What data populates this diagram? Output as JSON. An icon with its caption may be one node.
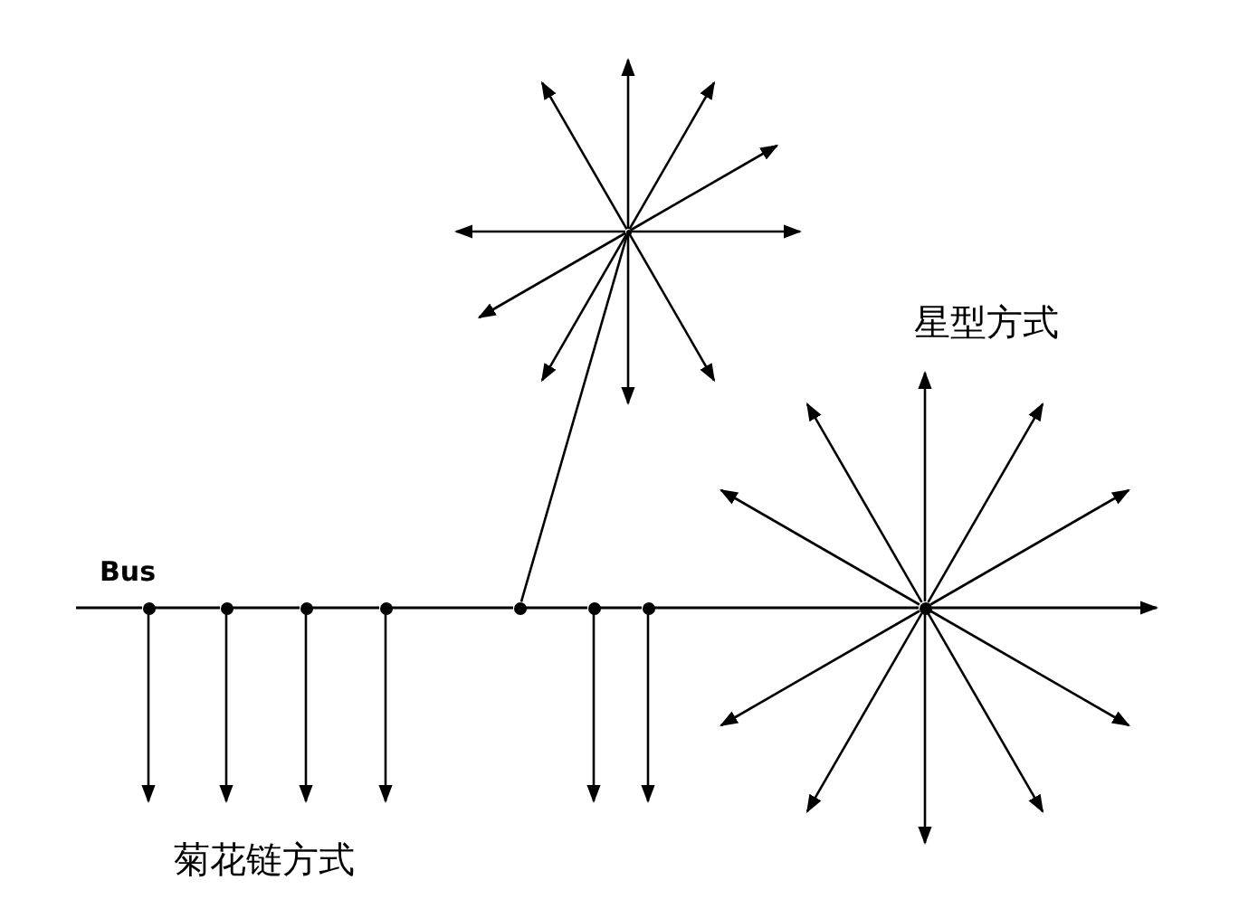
{
  "diagram": {
    "nodes": [
      {
        "text": [],
        "shape": "point"
      },
      {
        "text": [],
        "shape": "circle"
      },
      {
        "text": [],
        "shape": "circle"
      },
      {
        "text": [],
        "shape": "circle"
      },
      {
        "text": [],
        "shape": "circle"
      },
      {
        "text": [],
        "shape": "circle"
      },
      {
        "text": [],
        "shape": "circle"
      },
      {
        "text": [],
        "shape": "circle"
      },
      {
        "text": [],
        "shape": "circle"
      }
    ],
    "edges": [
      {
        "from": null,
        "to": 1,
        "arrow": "none"
      },
      {
        "from": 1,
        "to": 2,
        "arrow": "none"
      },
      {
        "from": 2,
        "to": 3,
        "arrow": "none"
      },
      {
        "from": 3,
        "to": 4,
        "arrow": "none"
      },
      {
        "from": 4,
        "to": 5,
        "arrow": "none"
      },
      {
        "from": 5,
        "to": 6,
        "arrow": "none"
      },
      {
        "from": 6,
        "to": 7,
        "arrow": "none"
      },
      {
        "from": 7,
        "to": 8,
        "arrow": "none"
      },
      {
        "from": 8,
        "to": null,
        "arrow": "to"
      },
      {
        "from": 1,
        "to": null,
        "arrow": "to"
      },
      {
        "from": 2,
        "to": null,
        "arrow": "to"
      },
      {
        "from": 3,
        "to": null,
        "arrow": "to"
      },
      {
        "from": 4,
        "to": null,
        "arrow": "to"
      },
      {
        "from": 6,
        "to": null,
        "arrow": "to"
      },
      {
        "from": 7,
        "to": null,
        "arrow": "to"
      },
      {
        "from": 5,
        "to": 0,
        "arrow": "none"
      },
      {
        "from": 0,
        "to": null,
        "arrow": "to"
      },
      {
        "from": 0,
        "to": null,
        "arrow": "to"
      },
      {
        "from": 0,
        "to": null,
        "arrow": "to"
      },
      {
        "from": 0,
        "to": null,
        "arrow": "to"
      },
      {
        "from": 0,
        "to": null,
        "arrow": "to"
      },
      {
        "from": 0,
        "to": null,
        "arrow": "to"
      },
      {
        "from": 0,
        "to": null,
        "arrow": "to"
      },
      {
        "from": 0,
        "to": null,
        "arrow": "to"
      },
      {
        "from": 0,
        "to": null,
        "arrow": "to"
      },
      {
        "from": 0,
        "to": null,
        "arrow": "to"
      },
      {
        "from": 8,
        "to": null,
        "arrow": "to"
      },
      {
        "from": 8,
        "to": null,
        "arrow": "to"
      },
      {
        "from": 8,
        "to": null,
        "arrow": "to"
      },
      {
        "from": 8,
        "to": null,
        "arrow": "to"
      },
      {
        "from": 8,
        "to": null,
        "arrow": "to"
      },
      {
        "from": 8,
        "to": null,
        "arrow": "to"
      },
      {
        "from": 8,
        "to": null,
        "arrow": "to"
      },
      {
        "from": 8,
        "to": null,
        "arrow": "to"
      },
      {
        "from": 8,
        "to": null,
        "arrow": "to"
      },
      {
        "from": 8,
        "to": null,
        "arrow": "to"
      }
    ],
    "labels": [
      "星型方式",
      "Bus",
      "菊花链方式"
    ]
  }
}
